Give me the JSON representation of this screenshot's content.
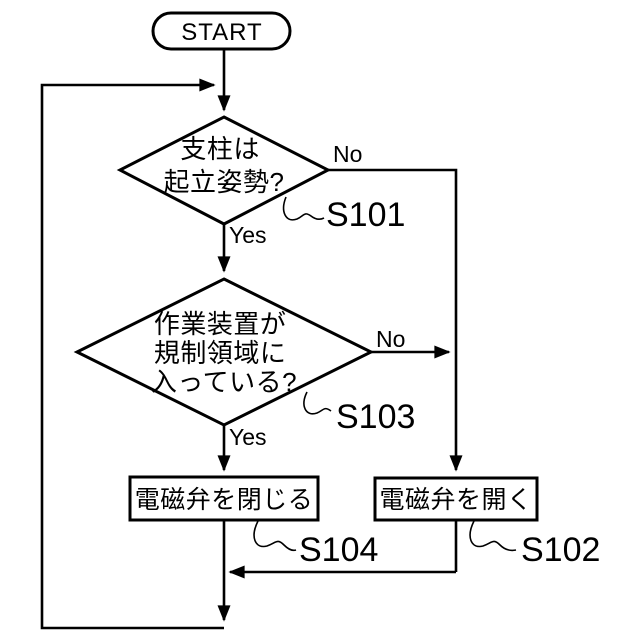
{
  "nodes": {
    "start": {
      "label": "START"
    },
    "decision1": {
      "lines": [
        "支柱は",
        "起立姿勢?"
      ],
      "step": "S101"
    },
    "decision2": {
      "lines": [
        "作業装置が",
        "規制領域に",
        "入っている?"
      ],
      "step": "S103"
    },
    "close_valve": {
      "label": "電磁弁を閉じる",
      "step": "S104"
    },
    "open_valve": {
      "label": "電磁弁を開く",
      "step": "S102"
    }
  },
  "edges": {
    "d1_no": "No",
    "d1_yes": "Yes",
    "d2_no": "No",
    "d2_yes": "Yes"
  },
  "colors": {
    "line": "#000000",
    "background": "#ffffff"
  }
}
